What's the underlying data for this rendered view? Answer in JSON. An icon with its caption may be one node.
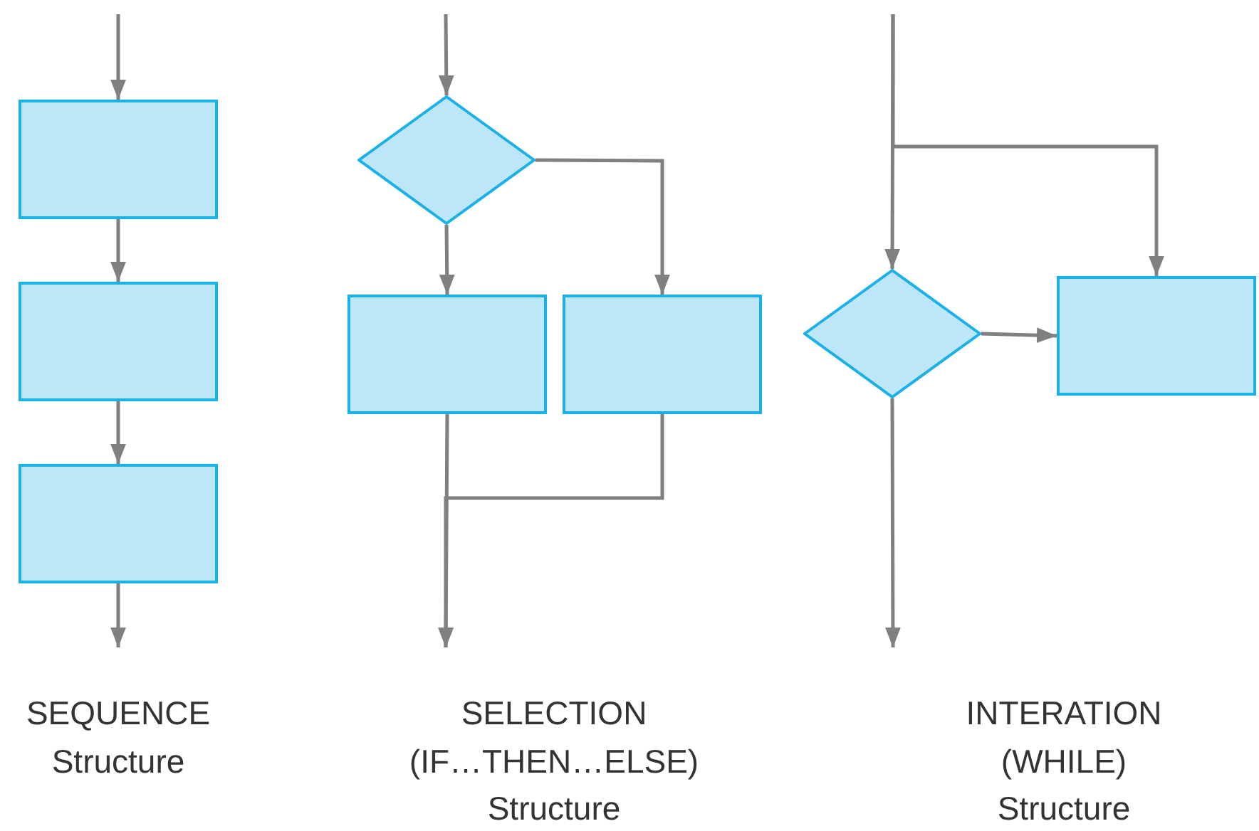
{
  "diagram": {
    "nodes": [
      {
        "text": [],
        "shape": "box"
      },
      {
        "text": [],
        "shape": "box"
      },
      {
        "text": [],
        "shape": "box"
      },
      {
        "text": [],
        "shape": "diamond"
      },
      {
        "text": [],
        "shape": "box"
      },
      {
        "text": [],
        "shape": "box"
      },
      {
        "text": [],
        "shape": "diamond"
      },
      {
        "text": [],
        "shape": "box"
      }
    ],
    "edges": [
      {
        "from": null,
        "to": 0,
        "arrow": "to"
      },
      {
        "from": 0,
        "to": 1,
        "arrow": "to"
      },
      {
        "from": 1,
        "to": 2,
        "arrow": "to"
      },
      {
        "from": 2,
        "to": null,
        "arrow": "to"
      },
      {
        "from": null,
        "to": 3,
        "arrow": "to"
      },
      {
        "from": 3,
        "to": 4,
        "arrow": "to"
      },
      {
        "from": 3,
        "to": 5,
        "arrow": "to"
      },
      {
        "from": 4,
        "to": null,
        "arrow": "to"
      },
      {
        "from": 5,
        "to": null,
        "arrow": "to"
      },
      {
        "from": null,
        "to": 6,
        "arrow": "to"
      },
      {
        "from": null,
        "to": 7,
        "arrow": "to"
      },
      {
        "from": 6,
        "to": 7,
        "arrow": "to"
      },
      {
        "from": 6,
        "to": null,
        "arrow": "to"
      }
    ],
    "labels": [
      "SEQUENCE",
      "Structure",
      "SELECTION",
      "(IF…THEN…ELSE)",
      "Structure",
      "INTERATION",
      "(WHILE)",
      "Structure"
    ]
  }
}
